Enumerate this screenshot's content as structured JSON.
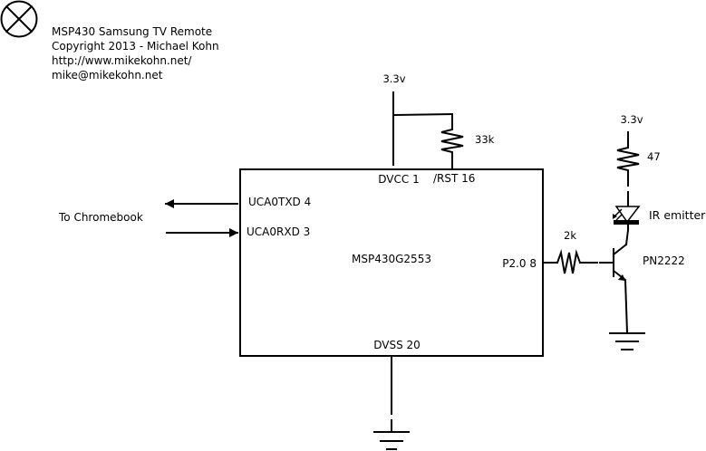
{
  "header": {
    "line1": "MSP430 Samsung TV Remote",
    "line2": "Copyright 2013 - Michael Kohn",
    "line3": "http://www.mikekohn.net/",
    "line4": "mike@mikekohn.net"
  },
  "chip": {
    "name": "MSP430G2553",
    "pin_dvcc": "DVCC 1",
    "pin_rst": "/RST 16",
    "pin_txd": "UCA0TXD 4",
    "pin_rxd": "UCA0RXD 3",
    "pin_p20": "P2.0 8",
    "pin_dvss": "DVSS 20"
  },
  "labels": {
    "chromebook": "To Chromebook",
    "vcc_chip": "3.3v",
    "vcc_led": "3.3v",
    "r_pullup": "33k",
    "r_base": "2k",
    "r_led": "47",
    "led": "IR emitter",
    "transistor": "PN2222"
  },
  "icons": {
    "corner": "lamp-icon",
    "ground": "ground-icon",
    "resistor": "resistor-icon",
    "diode": "led-icon",
    "transistor": "npn-transistor-icon"
  }
}
